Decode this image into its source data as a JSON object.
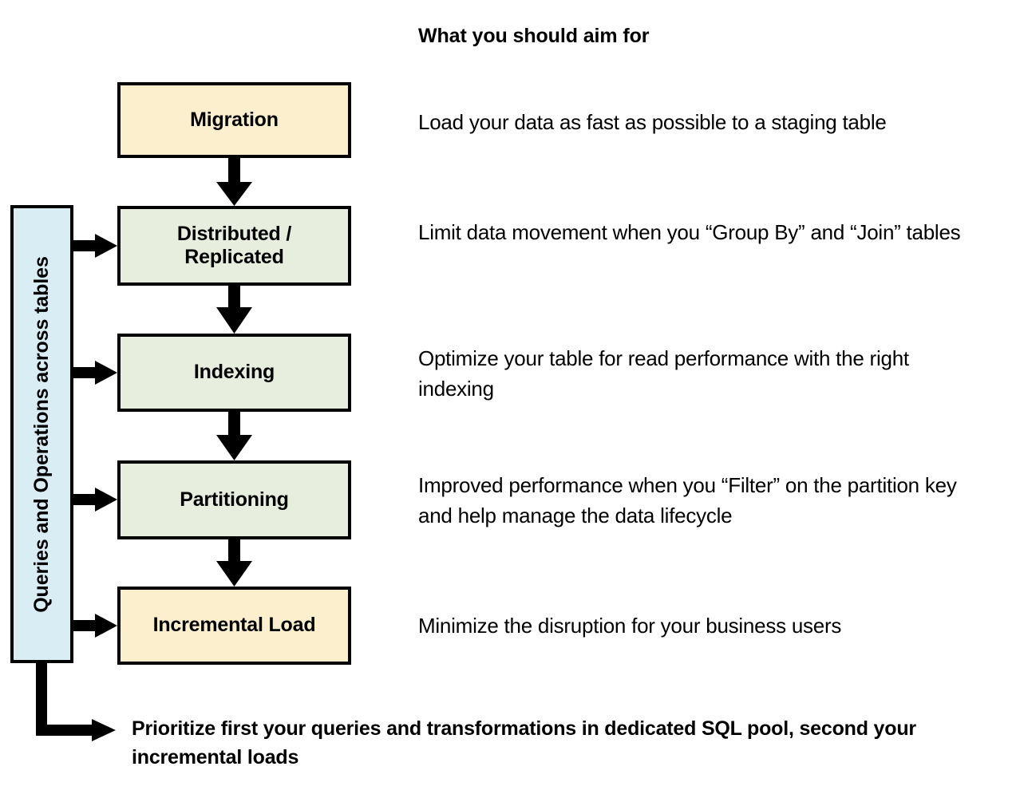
{
  "heading": {
    "aim_for": "What you should aim for"
  },
  "side_band": {
    "label": "Queries and Operations across tables",
    "color": "#d9edf5"
  },
  "colors": {
    "cream": "#fcefcd",
    "green": "#e8eedd",
    "blue": "#d9edf5",
    "outline": "#000000",
    "background": "#ffffff"
  },
  "stages": [
    {
      "id": "migration",
      "label": "Migration",
      "fill": "#fcefcd",
      "description": "Load your data as fast as possible to a staging table"
    },
    {
      "id": "distributed",
      "label": "Distributed /\nReplicated",
      "label_line1": "Distributed /",
      "label_line2": "Replicated",
      "fill": "#e8eedd",
      "description": "Limit data movement when you “Group By” and “Join” tables"
    },
    {
      "id": "indexing",
      "label": "Indexing",
      "fill": "#e8eedd",
      "description": "Optimize your table for read performance with the right indexing"
    },
    {
      "id": "partitioning",
      "label": "Partitioning",
      "fill": "#e8eedd",
      "description": "Improved performance when you “Filter” on the partition key and help manage the data lifecycle"
    },
    {
      "id": "incremental-load",
      "label": "Incremental Load",
      "fill": "#fcefcd",
      "description": "Minimize the disruption for your business users"
    }
  ],
  "footer": {
    "note": "Prioritize first your queries and transformations in dedicated SQL pool, second your incremental loads"
  }
}
